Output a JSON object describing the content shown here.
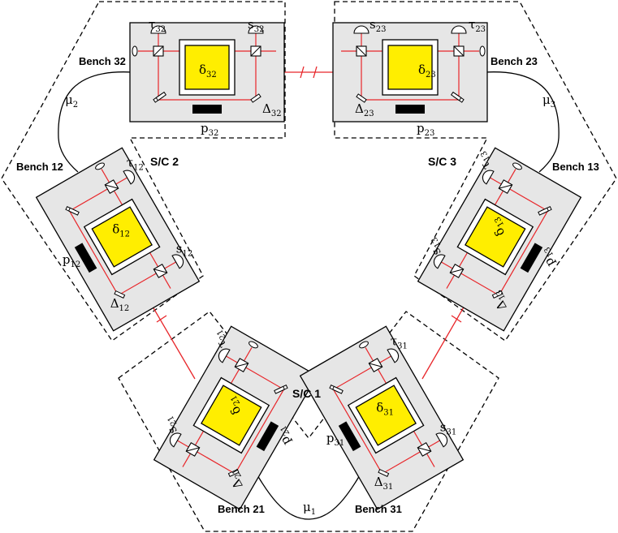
{
  "benches": [
    {
      "id": "32",
      "label": "Bench 32",
      "mass": "δ",
      "mass_sub": "32",
      "tau": "τ",
      "tau_sub": "32",
      "s": "s",
      "s_sub": "32",
      "p": "p",
      "p_sub": "32",
      "Delta": "Δ",
      "Delta_sub": "32"
    },
    {
      "id": "23",
      "label": "Bench 23",
      "mass": "δ",
      "mass_sub": "23",
      "tau": "τ",
      "tau_sub": "23",
      "s": "s",
      "s_sub": "23",
      "p": "p",
      "p_sub": "23",
      "Delta": "Δ",
      "Delta_sub": "23"
    },
    {
      "id": "12",
      "label": "Bench 12",
      "mass": "δ",
      "mass_sub": "12",
      "tau": "τ",
      "tau_sub": "12",
      "s": "s",
      "s_sub": "12",
      "p": "p",
      "p_sub": "12",
      "Delta": "Δ",
      "Delta_sub": "12"
    },
    {
      "id": "13",
      "label": "Bench 13",
      "mass": "δ",
      "mass_sub": "13",
      "tau": "τ",
      "tau_sub": "13",
      "s": "s",
      "s_sub": "13",
      "p": "p",
      "p_sub": "13",
      "Delta": "Δ",
      "Delta_sub": "13"
    },
    {
      "id": "21",
      "label": "Bench 21",
      "mass": "δ",
      "mass_sub": "21",
      "tau": "τ",
      "tau_sub": "21",
      "s": "s",
      "s_sub": "21",
      "p": "p",
      "p_sub": "21",
      "Delta": "Δ",
      "Delta_sub": "21"
    },
    {
      "id": "31",
      "label": "Bench 31",
      "mass": "δ",
      "mass_sub": "31",
      "tau": "τ",
      "tau_sub": "31",
      "s": "s",
      "s_sub": "31",
      "p": "p",
      "p_sub": "31",
      "Delta": "Δ",
      "Delta_sub": "31"
    }
  ],
  "spacecraft": [
    {
      "label": "S/C 1"
    },
    {
      "label": "S/C 2"
    },
    {
      "label": "S/C 3"
    }
  ],
  "fibers": [
    {
      "sym": "μ",
      "sub": "1"
    },
    {
      "sym": "μ",
      "sub": "2"
    },
    {
      "sym": "μ",
      "sub": "3"
    }
  ],
  "colors": {
    "laser": "#e8262a",
    "bench_fill": "#e6e6e6",
    "mass": "#ffee00",
    "outline": "#000000"
  }
}
